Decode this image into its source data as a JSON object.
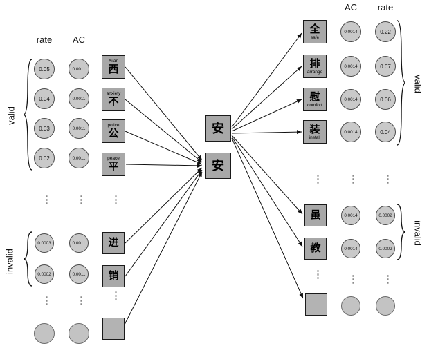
{
  "misc": {
    "vdots": "⋮"
  },
  "left": {
    "rate_header": "rate",
    "ac_header": "AC",
    "valid_label": "valid",
    "invalid_label": "invalid",
    "valid_rows": [
      {
        "rate": "0.05",
        "ac": "0.0011",
        "en": "Xi'an",
        "zh": "西"
      },
      {
        "rate": "0.04",
        "ac": "0.0011",
        "en": "anxiety",
        "zh": "不"
      },
      {
        "rate": "0.03",
        "ac": "0.0011",
        "en": "police",
        "zh": "公"
      },
      {
        "rate": "0.02",
        "ac": "0.0011",
        "en": "peace",
        "zh": "平"
      }
    ],
    "invalid_rows": [
      {
        "rate": "0.0003",
        "ac": "0.0011",
        "zh": "进"
      },
      {
        "rate": "0.0002",
        "ac": "0.0011",
        "zh": "销"
      }
    ]
  },
  "center": {
    "top_char": "安",
    "bottom_char": "安"
  },
  "right": {
    "ac_header": "AC",
    "rate_header": "rate",
    "valid_label": "valid",
    "invalid_label": "invalid",
    "valid_rows": [
      {
        "zh": "全",
        "en": "safe",
        "ac": "0.0014",
        "rate": "0.22"
      },
      {
        "zh": "排",
        "en": "arrange",
        "ac": "0.0014",
        "rate": "0.07"
      },
      {
        "zh": "慰",
        "en": "comfort",
        "ac": "0.0014",
        "rate": "0.06"
      },
      {
        "zh": "装",
        "en": "install",
        "ac": "0.0014",
        "rate": "0.04"
      }
    ],
    "invalid_rows": [
      {
        "zh": "虽",
        "ac": "0.0014",
        "rate": "0.0002"
      },
      {
        "zh": "教",
        "ac": "0.0014",
        "rate": "0.0002"
      }
    ]
  }
}
